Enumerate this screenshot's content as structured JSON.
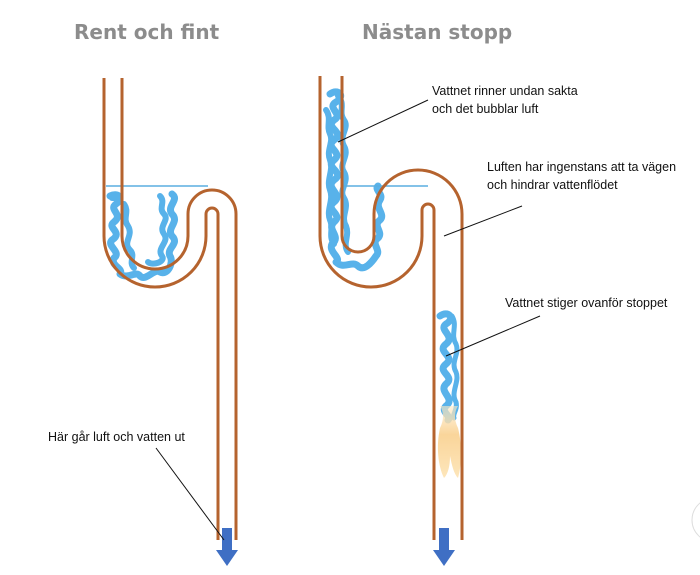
{
  "titles": {
    "clean": "Rent och fint",
    "clogged": "Nästan stopp"
  },
  "annotations": {
    "slow_drain": [
      "Vattnet rinner undan sakta",
      "och det bubblar luft"
    ],
    "air_trapped": [
      "Luften har ingenstans att ta vägen",
      "och hindrar vattenflödet"
    ],
    "water_rises": "Vattnet stiger ovanför stoppet",
    "outlet": "Här går luft och vatten ut"
  },
  "colors": {
    "pipe": "#b5632e",
    "water": "#58b2ea",
    "water_surface": "#5aaee0",
    "clog": "#fbd9a0",
    "arrow": "#3f6fc4",
    "title": "#8c8c8c"
  }
}
